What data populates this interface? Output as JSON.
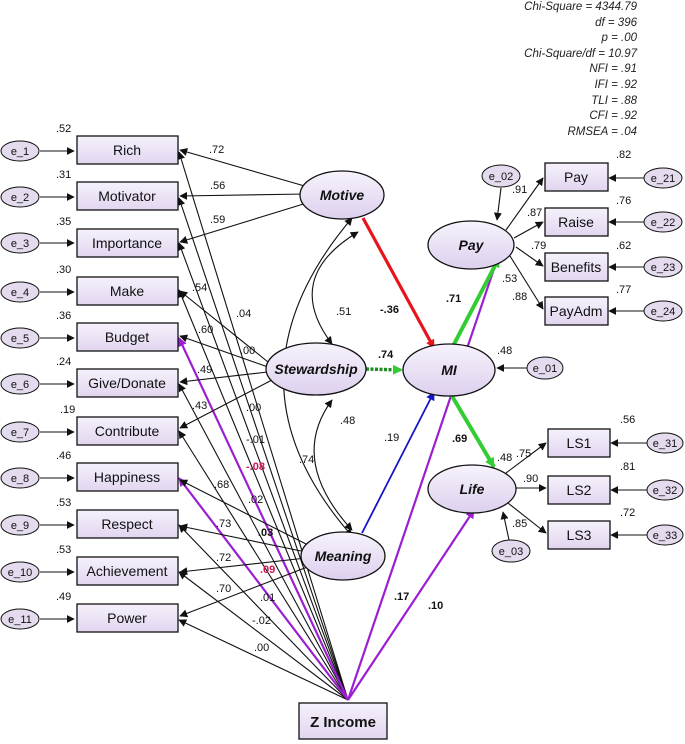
{
  "fit_indices": [
    "Chi-Square = 4344.79",
    "df = 396",
    "p = .00",
    "Chi-Square/df = 10.97",
    "NFI = .91",
    "IFI = .92",
    "TLI = .88",
    "CFI = .92",
    "RMSEA = .04"
  ],
  "observed_left": [
    {
      "label": "Rich",
      "error": "e_1",
      "r2": ".52"
    },
    {
      "label": "Motivator",
      "error": "e_2",
      "r2": ".31"
    },
    {
      "label": "Importance",
      "error": "e_3",
      "r2": ".35"
    },
    {
      "label": "Make",
      "error": "e_4",
      "r2": ".30"
    },
    {
      "label": "Budget",
      "error": "e_5",
      "r2": ".36"
    },
    {
      "label": "Give/Donate",
      "error": "e_6",
      "r2": ".24"
    },
    {
      "label": "Contribute",
      "error": "e_7",
      "r2": ".19"
    },
    {
      "label": "Happiness",
      "error": "e_8",
      "r2": ".46"
    },
    {
      "label": "Respect",
      "error": "e_9",
      "r2": ".53"
    },
    {
      "label": "Achievement",
      "error": "e_10",
      "r2": ".53"
    },
    {
      "label": "Power",
      "error": "e_11",
      "r2": ".49"
    }
  ],
  "observed_right": [
    {
      "label": "Pay",
      "error": "e_21",
      "r2": ".82",
      "loading": ".91"
    },
    {
      "label": "Raise",
      "error": "e_22",
      "r2": ".76",
      "loading": ".87"
    },
    {
      "label": "Benefits",
      "error": "e_23",
      "r2": ".62",
      "loading": ".79"
    },
    {
      "label": "PayAdm",
      "error": "e_24",
      "r2": ".77",
      "loading": ".88"
    },
    {
      "label": "LS1",
      "error": "e_31",
      "r2": ".56",
      "loading": ".75"
    },
    {
      "label": "LS2",
      "error": "e_32",
      "r2": ".81",
      "loading": ".90"
    },
    {
      "label": "LS3",
      "error": "e_33",
      "r2": ".72",
      "loading": ".85"
    }
  ],
  "latents": {
    "motive": "Motive",
    "stewardship": "Stewardship",
    "meaning": "Meaning",
    "mi": "MI",
    "pay": "Pay",
    "life": "Life"
  },
  "latent_errors": {
    "mi": "e_01",
    "pay": "e_02",
    "life": "e_03"
  },
  "latent_r2": {
    "mi": ".48",
    "pay": ".53",
    "life": ".48"
  },
  "income": "Z Income",
  "loadings": {
    "rich": ".72",
    "motivator": ".56",
    "importance": ".59",
    "make": ".54",
    "budget": ".60",
    "give": ".49",
    "contribute": ".43",
    "happiness": ".68",
    "respect": ".73",
    "achievement": ".72",
    "power": ".70"
  },
  "income_paths": {
    "rich": ".04",
    "motivator": ".00",
    "importance": ".00",
    "make": "-.01",
    "budget": "-.08",
    "give": ".02",
    "contribute": ".03",
    "happiness": ".09",
    "respect": ".01",
    "achievement": "-.02",
    "power": ".00",
    "mi": ".17",
    "life": ".10"
  },
  "structural": {
    "motive_mi": "-.36",
    "stewardship_mi": ".74",
    "meaning_mi": ".19",
    "mi_pay": ".71",
    "mi_life": ".69"
  },
  "correlations": {
    "motive_stewardship": ".51",
    "stewardship_meaning": ".48",
    "motive_meaning": ".74"
  },
  "colors": {
    "negative_path": "#e8141c",
    "positive_path": "#33cc33",
    "meaning_path": "#1515c8",
    "income_path": "#9b1fd0",
    "negative_label": "#d0145a",
    "box_fill": "#ece4f6"
  }
}
